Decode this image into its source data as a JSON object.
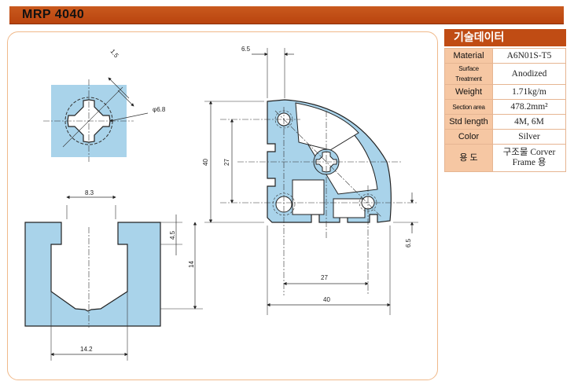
{
  "header": {
    "title": "MRP 4040"
  },
  "spec": {
    "title": "기술데이터",
    "rows": [
      {
        "label": "Material",
        "value": "A6N01S-T5",
        "small": false
      },
      {
        "label": "Surface Treatment",
        "value": "Anodized",
        "small": true
      },
      {
        "label": "Weight",
        "value": "1.71kg/m",
        "small": false
      },
      {
        "label": "Section area",
        "value": "478.2mm²",
        "small": true
      },
      {
        "label": "Std length",
        "value": "4M, 6M",
        "small": false
      },
      {
        "label": "Color",
        "value": "Silver",
        "small": false
      },
      {
        "label": "용 도",
        "value": "구조물 Corver Frame 용",
        "small": false,
        "tall": true
      }
    ]
  },
  "dims": {
    "slot_width_top": "1.5",
    "bore_dia": "φ6.8",
    "slot_opening": "8.3",
    "slot_lip": "4.5",
    "slot_depth": "14",
    "slot_inner_width": "14.2",
    "profile_offset_top": "6.5",
    "profile_height": "40",
    "profile_hole_spacing_v": "27",
    "profile_hole_spacing_h": "27",
    "profile_width": "40",
    "profile_offset_right": "6.5"
  },
  "colors": {
    "header": "#c04c14",
    "profile_fill": "#a9d3ea",
    "panel_border": "#f0b98a"
  }
}
